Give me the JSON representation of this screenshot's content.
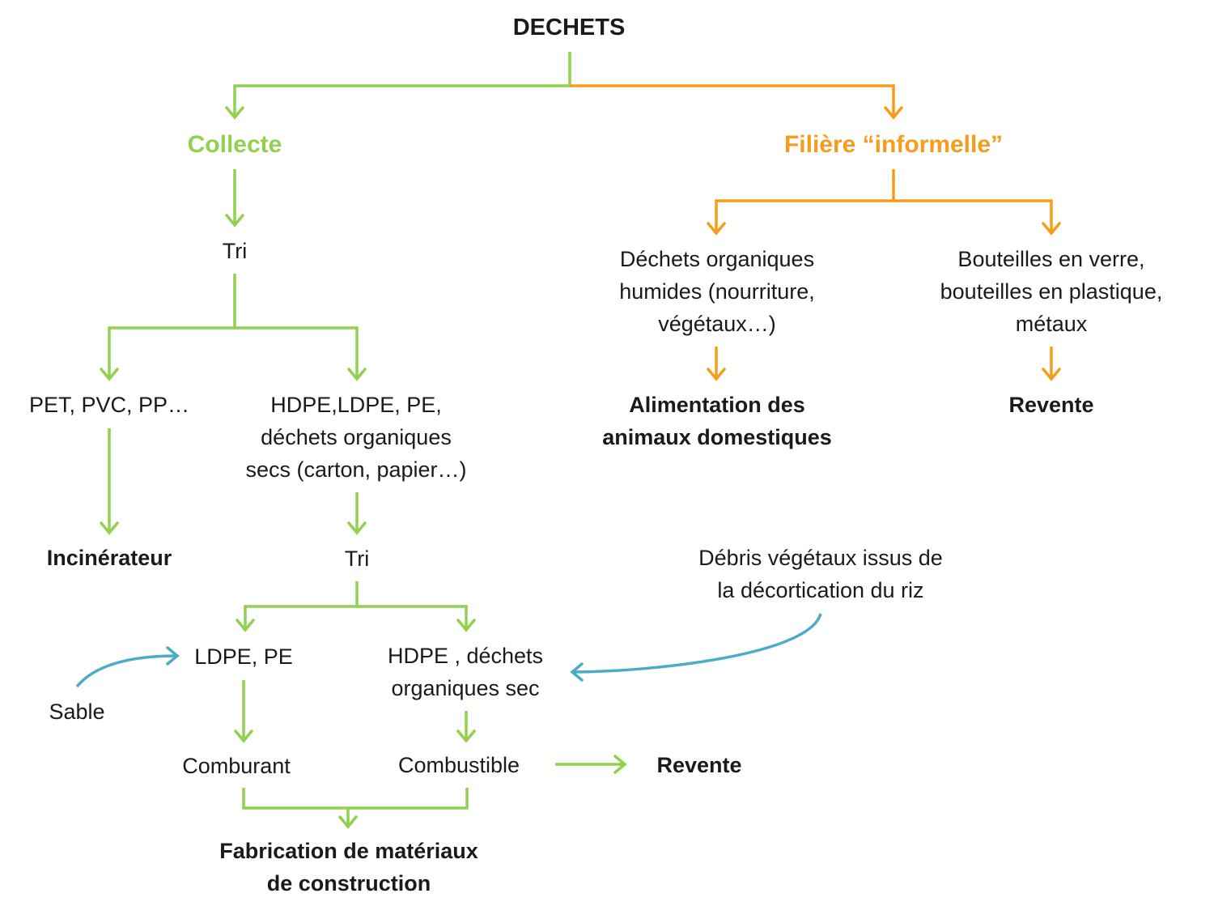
{
  "colors": {
    "green": "#92d050",
    "orange": "#f59d1b",
    "blue": "#4bacc6",
    "text": "#1a1a1a"
  },
  "nodes": {
    "root": "DECHETS",
    "collecte": "Collecte",
    "informelle": "Filière “informelle”",
    "tri1": "Tri",
    "organiques_humides": [
      "Déchets organiques",
      "humides (nourriture,",
      "végétaux…)"
    ],
    "bouteilles": [
      "Bouteilles en verre,",
      "bouteilles en plastique,",
      "métaux"
    ],
    "alimentation": [
      "Alimentation des",
      "animaux domestiques"
    ],
    "revente_1": "Revente",
    "pet_pvc": "PET, PVC, PP…",
    "hdpe_group": [
      "HDPE,LDPE, PE,",
      "déchets organiques",
      "secs (carton, papier…)"
    ],
    "incinerateur": "Incinérateur",
    "tri2": "Tri",
    "debris": [
      "Débris végétaux issus de",
      "la décortication du riz"
    ],
    "ldpe_pe": "LDPE, PE",
    "hdpe_dechets": [
      "HDPE , déchets",
      "organiques sec"
    ],
    "sable": "Sable",
    "comburant": "Comburant",
    "combustible": "Combustible",
    "revente_2": "Revente",
    "fabrication": [
      "Fabrication de matériaux",
      "de construction"
    ]
  }
}
